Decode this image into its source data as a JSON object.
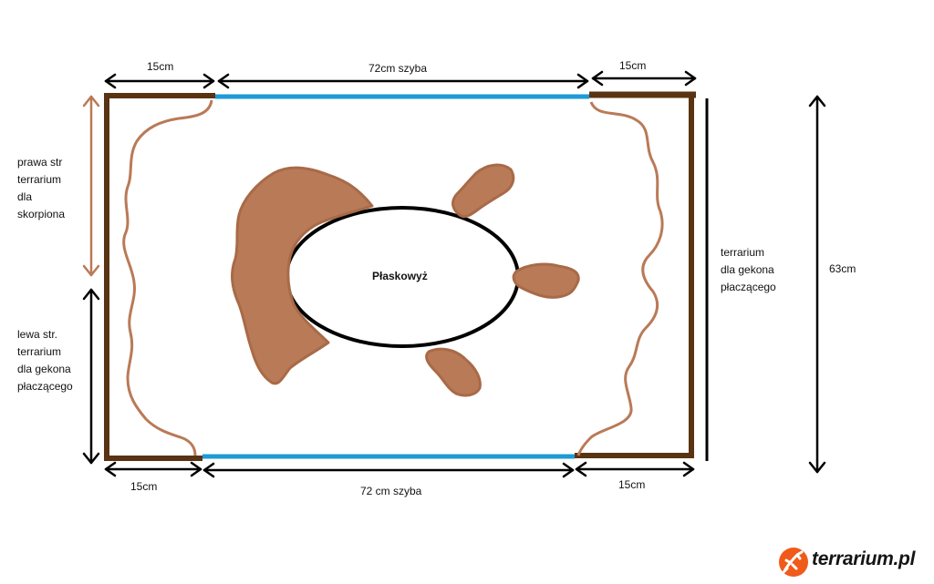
{
  "colors": {
    "wall": "#5a3312",
    "glass": "#1e9ad6",
    "decor": "#b97a57",
    "outline": "#000000"
  },
  "labels": {
    "top_left_width": "15cm",
    "top_glass": "72cm szyba",
    "top_right_width": "15cm",
    "bottom_left_width": "15cm",
    "bottom_glass": "72 cm szyba",
    "bottom_right_width": "15cm",
    "depth": "63cm",
    "center": "Płaskowyż"
  },
  "left_upper_note": [
    "prawa str",
    "terrarium",
    "dla",
    "skorpiona"
  ],
  "left_lower_note": [
    "lewa str.",
    "terrarium",
    "dla gekona",
    "płaczącego"
  ],
  "right_note": [
    "terrarium",
    "dla gekona",
    "płaczącego"
  ],
  "logo": {
    "text": "terrarium.pl",
    "icon": "gecko-logo-icon"
  }
}
